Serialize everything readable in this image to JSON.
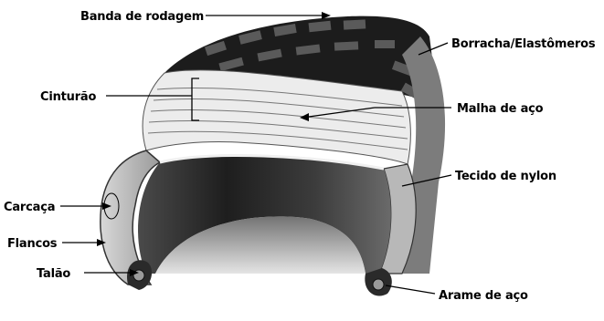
{
  "labels": {
    "tread": "Banda de rodagem",
    "rubber": "Borracha/Elastômeros",
    "belt": "Cinturão",
    "steel_mesh": "Malha de aço",
    "nylon": "Tecido de nylon",
    "carcass": "Carcaça",
    "sidewalls": "Flancos",
    "bead": "Talão",
    "steel_wire": "Arame de aço"
  },
  "colors": {
    "tread_dark": "#1c1c1c",
    "tire_gray": "#8a8a8a",
    "inner_dark": "#2a2a2a",
    "layer_light": "#e6e6e6",
    "line": "#000000"
  }
}
